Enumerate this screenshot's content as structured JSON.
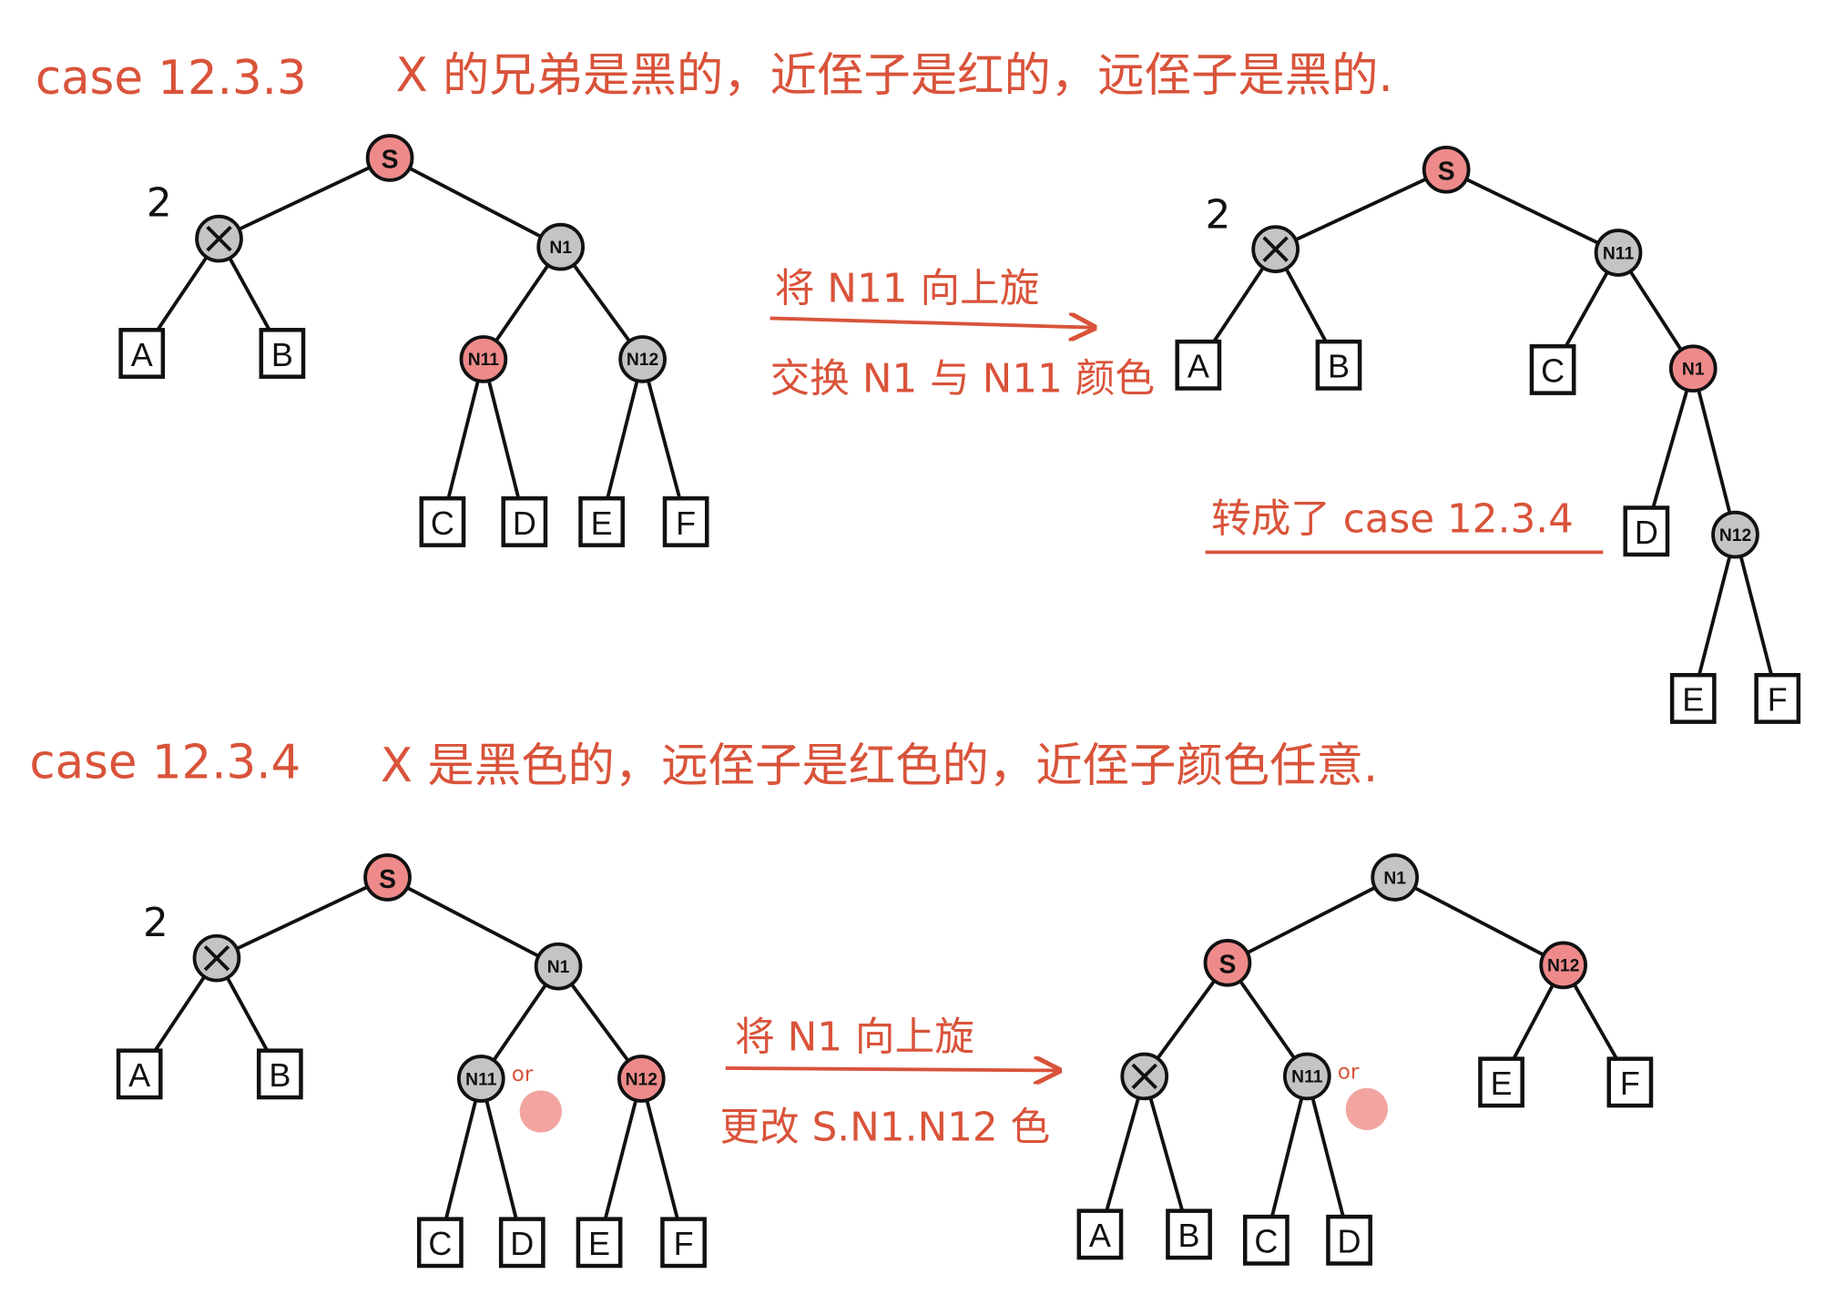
{
  "colors": {
    "red_node": "#ee8a8a",
    "black_node": "#c4c4c4",
    "ink": "#d9533a",
    "or_dot": "#f2a5a0"
  },
  "case1": {
    "title": "case 12.3.3",
    "description": "X 的兄弟是黑的，近侄子是红的，远侄子是黑的.",
    "arrow_top": "将 N11 向上旋",
    "arrow_bottom": "交换 N1 与 N11 颜色",
    "result_note": "转成了 case 12.3.4",
    "double_black_mark": "2"
  },
  "case2": {
    "title": "case 12.3.4",
    "description": "X 是黑色的，远侄子是红色的，近侄子颜色任意.",
    "arrow_top": "将 N1 向上旋",
    "arrow_bottom": "更改 S.N1.N12 色",
    "or_label": "or",
    "double_black_mark": "2"
  },
  "trees": [
    {
      "name": "case1-before",
      "nodes": [
        {
          "id": "S",
          "label": "S",
          "color": "red"
        },
        {
          "id": "X",
          "label": "X",
          "color": "black"
        },
        {
          "id": "N1",
          "label": "N1",
          "color": "black"
        },
        {
          "id": "A",
          "label": "A",
          "leaf": true
        },
        {
          "id": "B",
          "label": "B",
          "leaf": true
        },
        {
          "id": "N11",
          "label": "N11",
          "color": "red"
        },
        {
          "id": "N12",
          "label": "N12",
          "color": "black"
        },
        {
          "id": "C",
          "label": "C",
          "leaf": true
        },
        {
          "id": "D",
          "label": "D",
          "leaf": true
        },
        {
          "id": "E",
          "label": "E",
          "leaf": true
        },
        {
          "id": "F",
          "label": "F",
          "leaf": true
        }
      ]
    },
    {
      "name": "case1-after",
      "nodes": [
        {
          "id": "S",
          "label": "S",
          "color": "red"
        },
        {
          "id": "X",
          "label": "X",
          "color": "black"
        },
        {
          "id": "N11",
          "label": "N11",
          "color": "black"
        },
        {
          "id": "A",
          "label": "A",
          "leaf": true
        },
        {
          "id": "B",
          "label": "B",
          "leaf": true
        },
        {
          "id": "C",
          "label": "C",
          "leaf": true
        },
        {
          "id": "N1",
          "label": "N1",
          "color": "red"
        },
        {
          "id": "D",
          "label": "D",
          "leaf": true
        },
        {
          "id": "N12",
          "label": "N12",
          "color": "black"
        },
        {
          "id": "E",
          "label": "E",
          "leaf": true
        },
        {
          "id": "F",
          "label": "F",
          "leaf": true
        }
      ]
    },
    {
      "name": "case2-before",
      "nodes": [
        {
          "id": "S",
          "label": "S",
          "color": "red"
        },
        {
          "id": "X",
          "label": "X",
          "color": "black"
        },
        {
          "id": "N1",
          "label": "N1",
          "color": "black"
        },
        {
          "id": "A",
          "label": "A",
          "leaf": true
        },
        {
          "id": "B",
          "label": "B",
          "leaf": true
        },
        {
          "id": "N11",
          "label": "N11",
          "color": "black"
        },
        {
          "id": "N12",
          "label": "N12",
          "color": "red"
        },
        {
          "id": "C",
          "label": "C",
          "leaf": true
        },
        {
          "id": "D",
          "label": "D",
          "leaf": true
        },
        {
          "id": "E",
          "label": "E",
          "leaf": true
        },
        {
          "id": "F",
          "label": "F",
          "leaf": true
        }
      ]
    },
    {
      "name": "case2-after",
      "nodes": [
        {
          "id": "N1",
          "label": "N1",
          "color": "black"
        },
        {
          "id": "S",
          "label": "S",
          "color": "red"
        },
        {
          "id": "N12",
          "label": "N12",
          "color": "red"
        },
        {
          "id": "X",
          "label": "X",
          "color": "black"
        },
        {
          "id": "N11",
          "label": "N11",
          "color": "black"
        },
        {
          "id": "E",
          "label": "E",
          "leaf": true
        },
        {
          "id": "F",
          "label": "F",
          "leaf": true
        },
        {
          "id": "A",
          "label": "A",
          "leaf": true
        },
        {
          "id": "B",
          "label": "B",
          "leaf": true
        },
        {
          "id": "C",
          "label": "C",
          "leaf": true
        },
        {
          "id": "D",
          "label": "D",
          "leaf": true
        }
      ]
    }
  ]
}
